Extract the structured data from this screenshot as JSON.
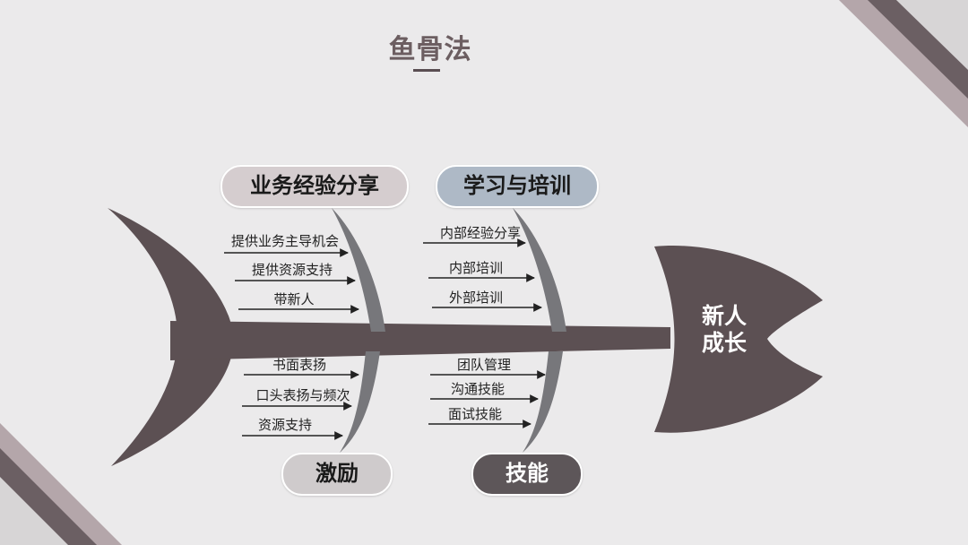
{
  "title": "鱼骨法",
  "head": {
    "line1": "新人",
    "line2": "成长"
  },
  "categories": {
    "experience": "业务经验分享",
    "training": "学习与培训",
    "motivation": "激励",
    "skills": "技能"
  },
  "causes": {
    "experience": [
      "提供业务主导机会",
      "提供资源支持",
      "带新人"
    ],
    "training": [
      "内部经验分享",
      "内部培训",
      "外部培训"
    ],
    "motivation": [
      "书面表扬",
      "口头表扬与频次",
      "资源支持"
    ],
    "skills": [
      "团队管理",
      "沟通技能",
      "面试技能"
    ]
  },
  "colors": {
    "fish": "#5c5053",
    "bone": "#77777b",
    "background": "#ebeaeb"
  }
}
